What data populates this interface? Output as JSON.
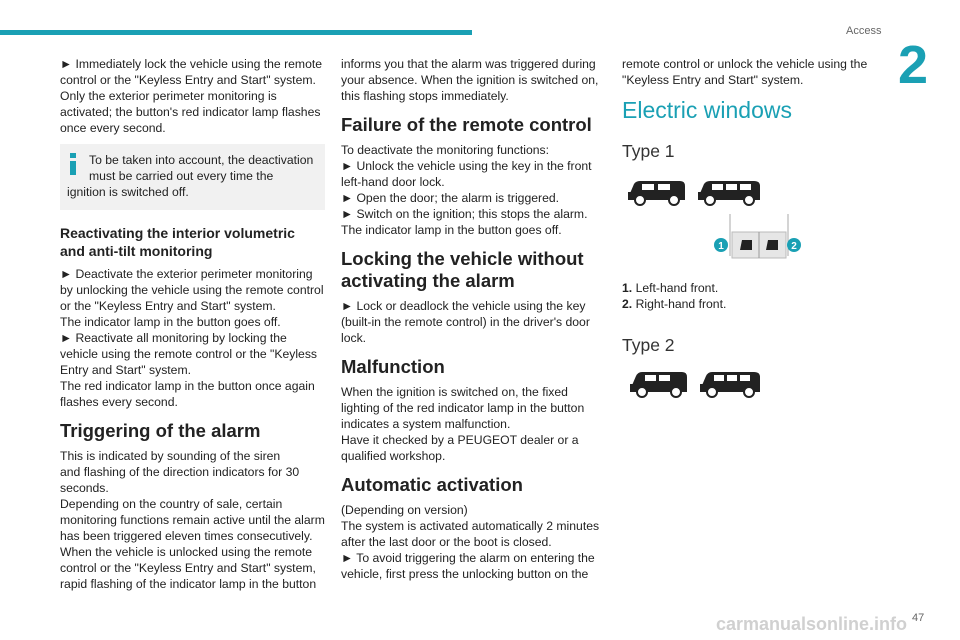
{
  "header": {
    "section": "Access",
    "chapter": "2"
  },
  "footer": {
    "page_number": "47",
    "watermark": "carmanualsonline.info"
  },
  "colors": {
    "accent": "#1aa0b4"
  },
  "col1": {
    "p1": [
      "► Immediately lock the vehicle using the remote",
      "control or the \"Keyless Entry and Start\" system.",
      "Only the exterior perimeter monitoring is",
      "activated; the button's red indicator lamp flashes",
      "once every second."
    ],
    "info": [
      "To be taken into account, the deactivation",
      "must be carried out every time the",
      "ignition is switched off."
    ],
    "h_reactivating": [
      "Reactivating the interior volumetric",
      "and anti-tilt monitoring"
    ],
    "p2": [
      "► Deactivate the exterior perimeter monitoring",
      "by unlocking the vehicle using the remote control",
      "or the \"Keyless Entry and Start\" system.",
      "The indicator lamp in the button goes off.",
      "► Reactivate all monitoring by locking the",
      "vehicle using the remote control or the \"Keyless",
      "Entry and Start\" system.",
      "The red indicator lamp in the button once again",
      "flashes every second."
    ],
    "h_triggering": "Triggering of the alarm",
    "p3": [
      "This is indicated by sounding of the siren",
      "and flashing of the direction indicators for 30",
      "seconds.",
      "Depending on the country of sale, certain",
      "monitoring functions remain active until the alarm",
      "has been triggered eleven times consecutively.",
      "When the vehicle is unlocked using the remote",
      "control or the \"Keyless Entry and Start\" system,",
      "rapid flashing of the indicator lamp in the button"
    ]
  },
  "col2": {
    "p1": [
      "informs you that the alarm was triggered during",
      "your absence. When the ignition is switched on,",
      "this flashing stops immediately."
    ],
    "h_failure": "Failure of the remote control",
    "p2": [
      "To deactivate the monitoring functions:",
      "► Unlock the vehicle using the key in the front",
      "left-hand door lock.",
      "► Open the door; the alarm is triggered.",
      "► Switch on the ignition; this stops the alarm.",
      "The indicator lamp in the button goes off."
    ],
    "h_locking": [
      "Locking the vehicle without",
      "activating the alarm"
    ],
    "p3": [
      "► Lock or deadlock the vehicle using the key",
      "(built-in the remote control) in the driver's door",
      "lock."
    ],
    "h_malfunction": "Malfunction",
    "p4": [
      "When the ignition is switched on, the fixed",
      "lighting of the red indicator lamp in the button",
      "indicates a system malfunction.",
      "Have it checked by a PEUGEOT dealer or a",
      "qualified workshop."
    ],
    "h_automatic": "Automatic activation",
    "p5": [
      "(Depending on version)",
      "The system is activated automatically 2 minutes",
      "after the last door or the boot is closed.",
      "► To avoid triggering the alarm on entering the",
      "vehicle, first press the unlocking button on the"
    ]
  },
  "col3": {
    "p1": [
      "remote control or unlock the vehicle using the",
      "\"Keyless Entry and Start\" system."
    ],
    "h_electric": "Electric windows",
    "h_type1": "Type 1",
    "callouts": [
      "1",
      "2"
    ],
    "list": [
      {
        "num": "1.",
        "text": "Left-hand front."
      },
      {
        "num": "2.",
        "text": "Right-hand front."
      }
    ],
    "h_type2": "Type 2"
  }
}
